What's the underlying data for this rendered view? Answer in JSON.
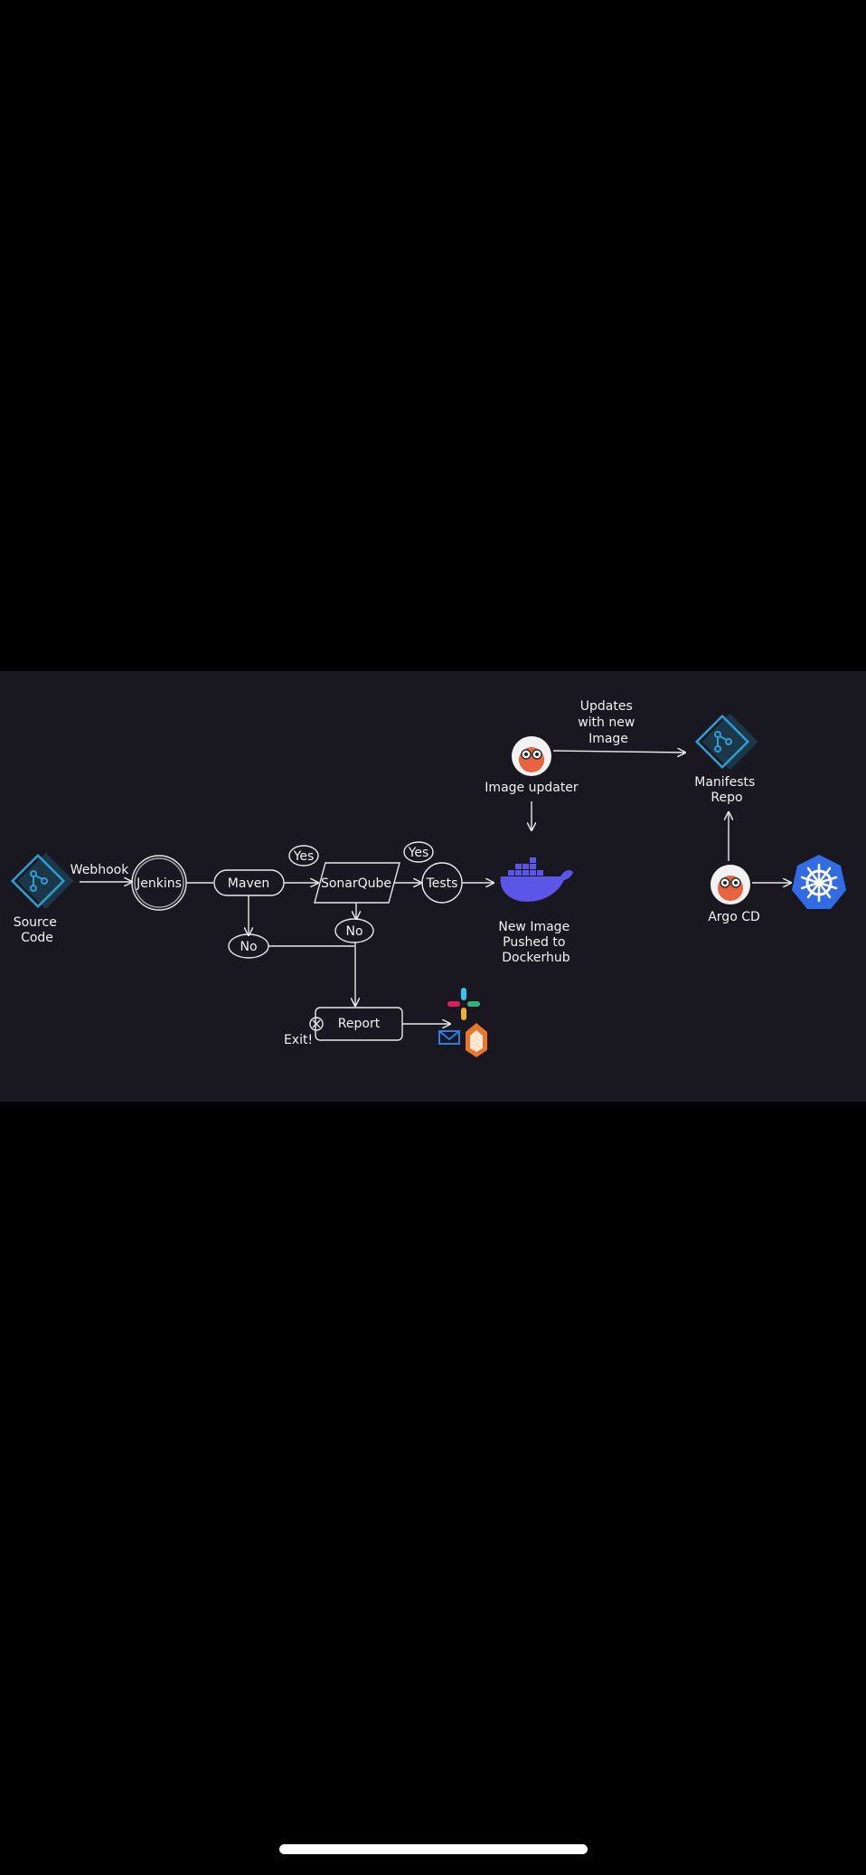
{
  "diagram": {
    "nodes": {
      "source_code": [
        "Source",
        "Code"
      ],
      "jenkins": "Jenkins",
      "maven": "Maven",
      "sonarqube": "SonarQube",
      "tests": "Tests",
      "no_maven": "No",
      "no_sonar": "No",
      "yes_maven": "Yes",
      "yes_sonar": "Yes",
      "report": "Report",
      "exit": "Exit!",
      "docker": [
        "New Image",
        "Pushed to",
        "Dockerhub"
      ],
      "image_updater": "Image updater",
      "updates_note": [
        "Updates",
        "with new",
        "Image"
      ],
      "manifests_repo": [
        "Manifests",
        "Repo"
      ],
      "argo_cd": "Argo CD"
    },
    "edges": {
      "webhook": "Webhook"
    },
    "icons": {
      "git": "git-icon",
      "docker": "docker-whale-icon",
      "argo": "argo-octopus-icon",
      "kubernetes": "kubernetes-helm-icon",
      "slack": "slack-icon",
      "email": "email-icon",
      "gitlab": "notification-icon"
    },
    "colors": {
      "background": "#191820",
      "docker": "#5b55e8",
      "kubernetes": "#326ce5",
      "git": "#2a9fd6"
    }
  }
}
